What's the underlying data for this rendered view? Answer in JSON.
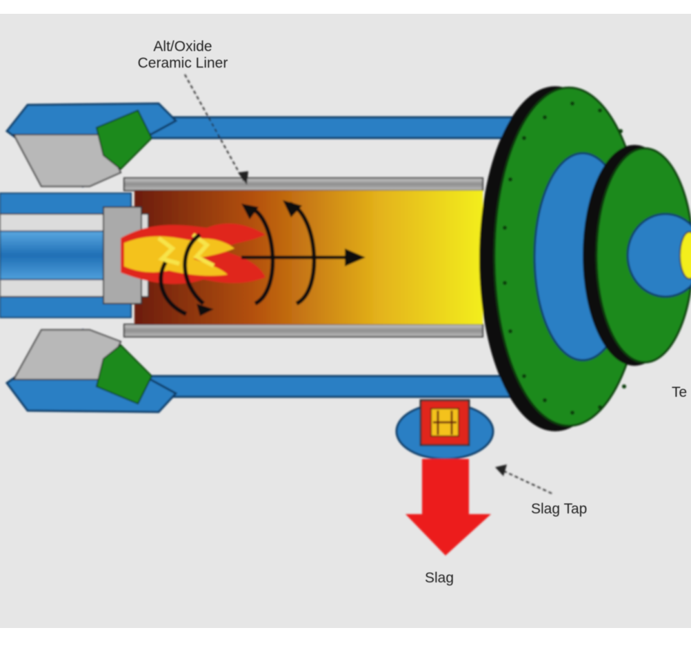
{
  "labels": {
    "liner_line1": "Alt/Oxide",
    "liner_line2": "Ceramic Liner",
    "slag_tap": "Slag Tap",
    "slag": "Slag",
    "edge_label": "Te"
  },
  "colors": {
    "background": "#e6e6e6",
    "shell_blue": "#2a7fc4",
    "flange_green": "#1f8a1f",
    "liner_gray": "#9a9a9a",
    "hot_core": "#6b1c0a",
    "cool_end": "#f3ee1a",
    "flame": "#e0261c",
    "slag_arrow": "#ec1c1c"
  }
}
